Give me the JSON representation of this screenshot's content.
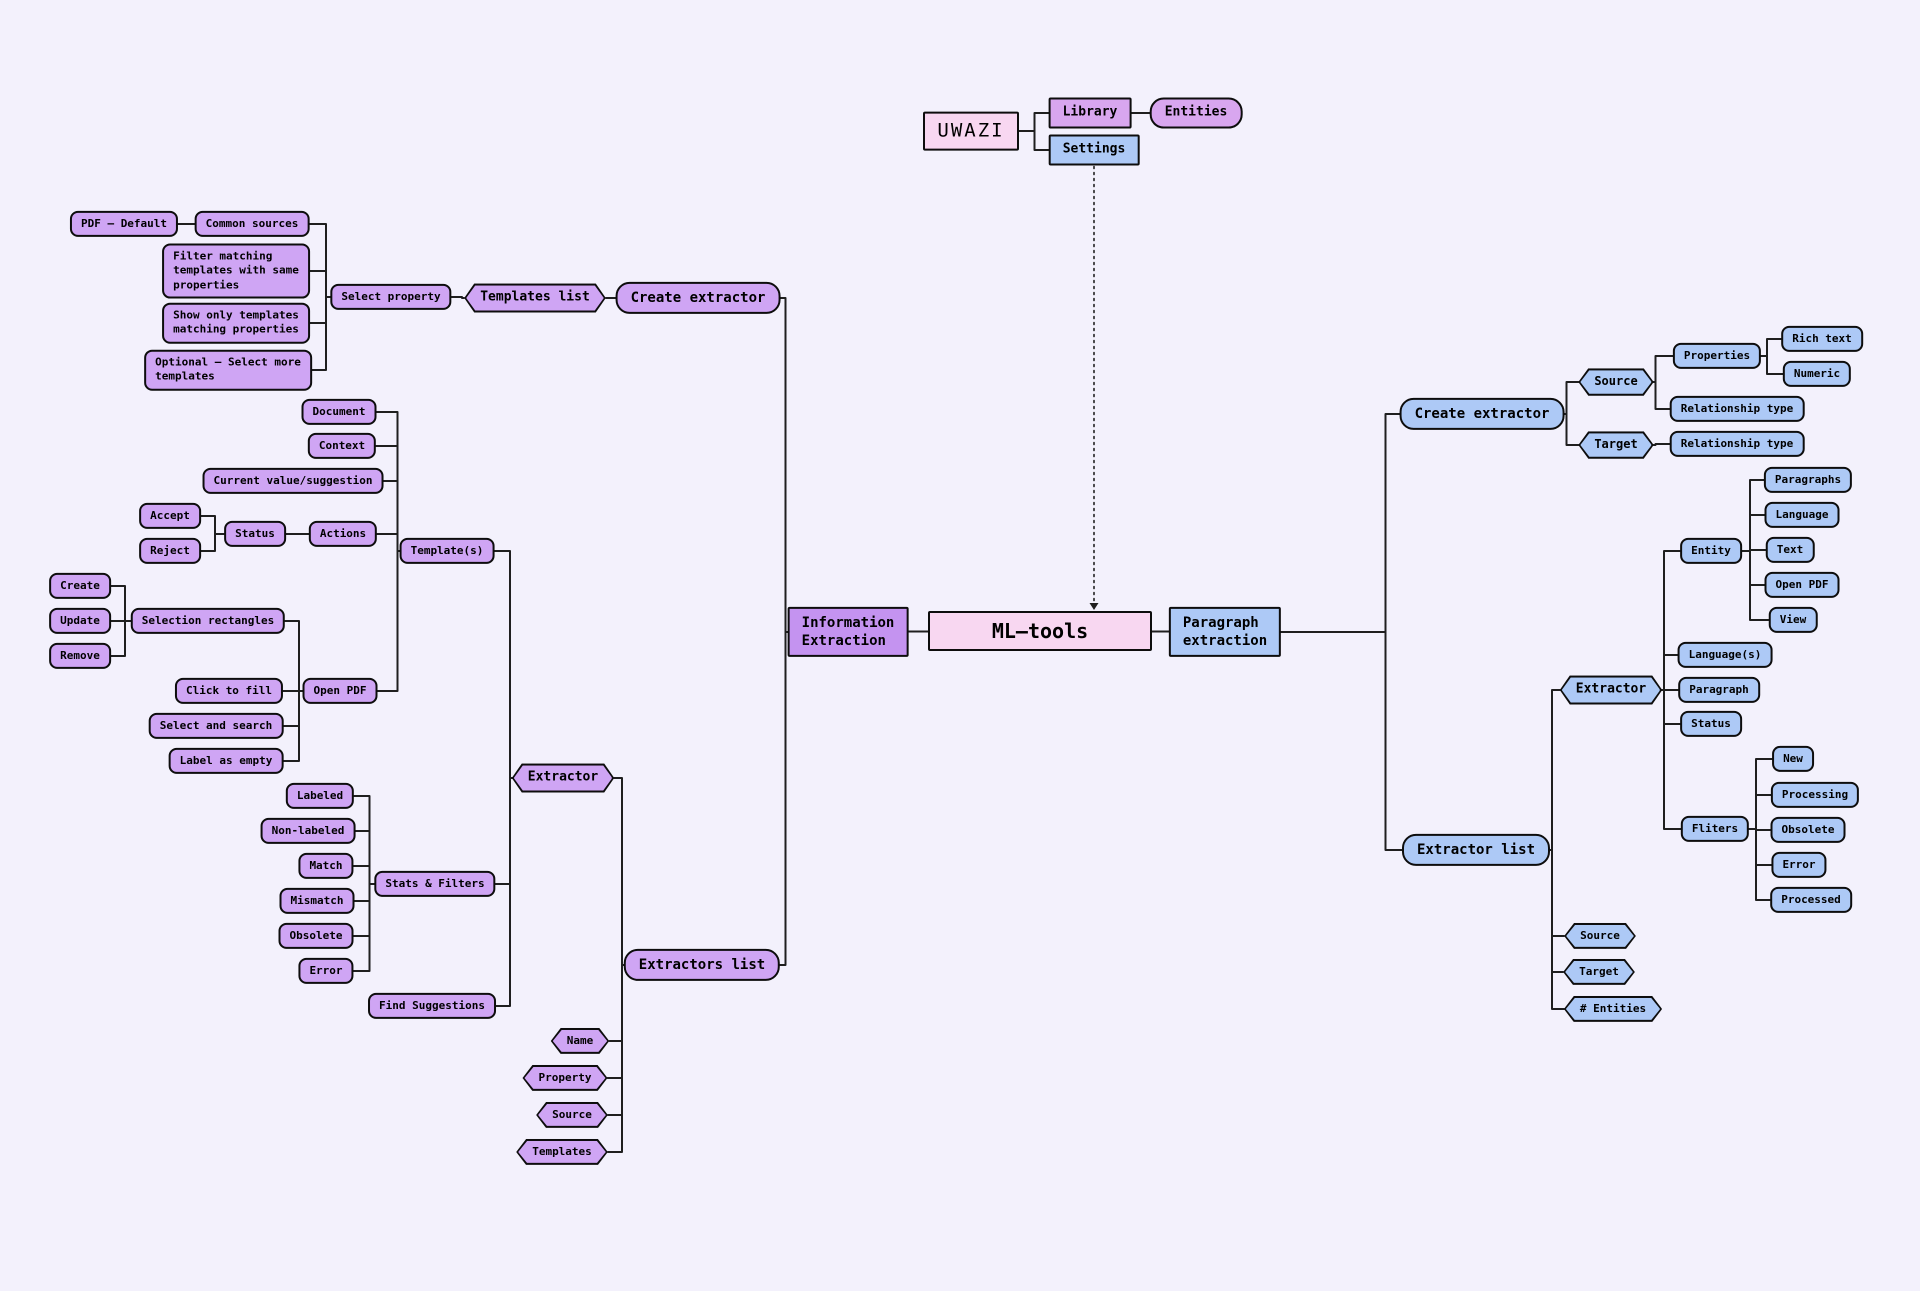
{
  "diagram": {
    "background": "#f3f1fc",
    "palettes": {
      "purple": "#cfa5f4",
      "purpleDeep": "#c493f0",
      "orchid": "#d8a6ef",
      "pink": "#f8d7f1",
      "blue": "#adc9f6",
      "edge": "#1f1f1f",
      "border": "#0d0d0d"
    },
    "nodes": [
      {
        "id": "uwazi",
        "label": "UWAZI",
        "shape": "rect",
        "palette": "pink",
        "weight": "normal"
      },
      {
        "id": "library",
        "label": "Library",
        "shape": "rect",
        "palette": "orchid"
      },
      {
        "id": "entities_top",
        "label": "Entities",
        "shape": "stadium",
        "palette": "orchid"
      },
      {
        "id": "settings",
        "label": "Settings",
        "shape": "rect",
        "palette": "blue"
      },
      {
        "id": "info_extraction",
        "label": "Information\nExtraction",
        "shape": "rect",
        "palette": "purpleDeep",
        "align": "left"
      },
      {
        "id": "ml_tools",
        "label": "ML–tools",
        "shape": "rect",
        "palette": "pink"
      },
      {
        "id": "para_extraction",
        "label": "Paragraph\nextraction",
        "shape": "rect",
        "palette": "blue",
        "align": "left"
      },
      {
        "id": "pdf_default",
        "label": "PDF – Default",
        "shape": "rounded",
        "palette": "purple"
      },
      {
        "id": "common_sources",
        "label": "Common sources",
        "shape": "rounded",
        "palette": "purple"
      },
      {
        "id": "filter_matching",
        "label": "Filter matching\ntemplates with same\nproperties",
        "shape": "rounded",
        "palette": "purple",
        "align": "left"
      },
      {
        "id": "show_only",
        "label": "Show only templates\nmatching properties",
        "shape": "rounded",
        "palette": "purple",
        "align": "left"
      },
      {
        "id": "optional_select",
        "label": "Optional – Select more\ntemplates",
        "shape": "rounded",
        "palette": "purple",
        "align": "left"
      },
      {
        "id": "select_property",
        "label": "Select property",
        "shape": "rounded",
        "palette": "purple"
      },
      {
        "id": "templates_list",
        "label": "Templates list",
        "shape": "hex",
        "palette": "purple"
      },
      {
        "id": "create_extractor_l",
        "label": "Create extractor",
        "shape": "stadium",
        "palette": "purple"
      },
      {
        "id": "document",
        "label": "Document",
        "shape": "rounded",
        "palette": "purple"
      },
      {
        "id": "context",
        "label": "Context",
        "shape": "rounded",
        "palette": "purple"
      },
      {
        "id": "current_value",
        "label": "Current value/suggestion",
        "shape": "rounded",
        "palette": "purple"
      },
      {
        "id": "accept",
        "label": "Accept",
        "shape": "rounded",
        "palette": "purple"
      },
      {
        "id": "reject",
        "label": "Reject",
        "shape": "rounded",
        "palette": "purple"
      },
      {
        "id": "status_l",
        "label": "Status",
        "shape": "rounded",
        "palette": "purple"
      },
      {
        "id": "actions",
        "label": "Actions",
        "shape": "rounded",
        "palette": "purple"
      },
      {
        "id": "templates_node",
        "label": "Template(s)",
        "shape": "rounded",
        "palette": "purple"
      },
      {
        "id": "create",
        "label": "Create",
        "shape": "rounded",
        "palette": "purple"
      },
      {
        "id": "update",
        "label": "Update",
        "shape": "rounded",
        "palette": "purple"
      },
      {
        "id": "remove",
        "label": "Remove",
        "shape": "rounded",
        "palette": "purple"
      },
      {
        "id": "selection_rectangles",
        "label": "Selection rectangles",
        "shape": "rounded",
        "palette": "purple"
      },
      {
        "id": "click_to_fill",
        "label": "Click to fill",
        "shape": "rounded",
        "palette": "purple"
      },
      {
        "id": "select_and_search",
        "label": "Select and search",
        "shape": "rounded",
        "palette": "purple"
      },
      {
        "id": "label_as_empty",
        "label": "Label as empty",
        "shape": "rounded",
        "palette": "purple"
      },
      {
        "id": "open_pdf_l",
        "label": "Open PDF",
        "shape": "rounded",
        "palette": "purple"
      },
      {
        "id": "labeled",
        "label": "Labeled",
        "shape": "rounded",
        "palette": "purple"
      },
      {
        "id": "non_labeled",
        "label": "Non-labeled",
        "shape": "rounded",
        "palette": "purple"
      },
      {
        "id": "match",
        "label": "Match",
        "shape": "rounded",
        "palette": "purple"
      },
      {
        "id": "mismatch",
        "label": "Mismatch",
        "shape": "rounded",
        "palette": "purple"
      },
      {
        "id": "obsolete_l",
        "label": "Obsolete",
        "shape": "rounded",
        "palette": "purple"
      },
      {
        "id": "error_l",
        "label": "Error",
        "shape": "rounded",
        "palette": "purple"
      },
      {
        "id": "stats_filters",
        "label": "Stats & Filters",
        "shape": "rounded",
        "palette": "purple"
      },
      {
        "id": "find_suggestions",
        "label": "Find Suggestions",
        "shape": "rounded",
        "palette": "purple"
      },
      {
        "id": "extractor_l",
        "label": "Extractor",
        "shape": "hex",
        "palette": "purple"
      },
      {
        "id": "extractors_list",
        "label": "Extractors list",
        "shape": "stadium",
        "palette": "purple"
      },
      {
        "id": "name_hex",
        "label": "Name",
        "shape": "hex",
        "palette": "purple"
      },
      {
        "id": "property_hex",
        "label": "Property",
        "shape": "hex",
        "palette": "purple"
      },
      {
        "id": "source_hex_l",
        "label": "Source",
        "shape": "hex",
        "palette": "purple"
      },
      {
        "id": "templates_hex",
        "label": "Templates",
        "shape": "hex",
        "palette": "purple"
      },
      {
        "id": "create_extractor_r",
        "label": "Create extractor",
        "shape": "stadium",
        "palette": "blue"
      },
      {
        "id": "source_r",
        "label": "Source",
        "shape": "hex",
        "palette": "blue"
      },
      {
        "id": "target_r",
        "label": "Target",
        "shape": "hex",
        "palette": "blue"
      },
      {
        "id": "properties",
        "label": "Properties",
        "shape": "rounded",
        "palette": "blue"
      },
      {
        "id": "rich_text",
        "label": "Rich text",
        "shape": "rounded",
        "palette": "blue"
      },
      {
        "id": "numeric",
        "label": "Numeric",
        "shape": "rounded",
        "palette": "blue"
      },
      {
        "id": "rel_type_1",
        "label": "Relationship type",
        "shape": "rounded",
        "palette": "blue"
      },
      {
        "id": "rel_type_2",
        "label": "Relationship type",
        "shape": "rounded",
        "palette": "blue"
      },
      {
        "id": "extractor_list_r",
        "label": "Extractor list",
        "shape": "stadium",
        "palette": "blue"
      },
      {
        "id": "extractor_r",
        "label": "Extractor",
        "shape": "hex",
        "palette": "blue"
      },
      {
        "id": "entity",
        "label": "Entity",
        "shape": "rounded",
        "palette": "blue"
      },
      {
        "id": "paragraphs",
        "label": "Paragraphs",
        "shape": "rounded",
        "palette": "blue"
      },
      {
        "id": "language",
        "label": "Language",
        "shape": "rounded",
        "palette": "blue"
      },
      {
        "id": "text_n",
        "label": "Text",
        "shape": "rounded",
        "palette": "blue"
      },
      {
        "id": "open_pdf_r",
        "label": "Open PDF",
        "shape": "rounded",
        "palette": "blue"
      },
      {
        "id": "view",
        "label": "View",
        "shape": "rounded",
        "palette": "blue"
      },
      {
        "id": "languages",
        "label": "Language(s)",
        "shape": "rounded",
        "palette": "blue"
      },
      {
        "id": "paragraph",
        "label": "Paragraph",
        "shape": "rounded",
        "palette": "blue"
      },
      {
        "id": "status_r",
        "label": "Status",
        "shape": "rounded",
        "palette": "blue"
      },
      {
        "id": "fliters",
        "label": "Fliters",
        "shape": "rounded",
        "palette": "blue"
      },
      {
        "id": "new_n",
        "label": "New",
        "shape": "rounded",
        "palette": "blue"
      },
      {
        "id": "processing",
        "label": "Processing",
        "shape": "rounded",
        "palette": "blue"
      },
      {
        "id": "obsolete_r",
        "label": "Obsolete",
        "shape": "rounded",
        "palette": "blue"
      },
      {
        "id": "error_r",
        "label": "Error",
        "shape": "rounded",
        "palette": "blue"
      },
      {
        "id": "processed",
        "label": "Processed",
        "shape": "rounded",
        "palette": "blue"
      },
      {
        "id": "source_hex_r",
        "label": "Source",
        "shape": "hex",
        "palette": "blue"
      },
      {
        "id": "target_hex_r",
        "label": "Target",
        "shape": "hex",
        "palette": "blue"
      },
      {
        "id": "entities_hex",
        "label": "# Entities",
        "shape": "hex",
        "palette": "blue"
      }
    ],
    "groups": [
      {
        "parent": "uwazi",
        "dir": "R",
        "children": [
          "library",
          "settings"
        ]
      },
      {
        "parent": "info_extraction",
        "dir": "L",
        "children": [
          "create_extractor_l",
          "extractors_list"
        ]
      },
      {
        "parent": "create_extractor_l",
        "dir": "L",
        "children": [
          "templates_list"
        ]
      },
      {
        "parent": "templates_list",
        "dir": "L",
        "children": [
          "select_property"
        ]
      },
      {
        "parent": "select_property",
        "dir": "L",
        "children": [
          "common_sources",
          "filter_matching",
          "show_only",
          "optional_select"
        ]
      },
      {
        "parent": "common_sources",
        "dir": "L",
        "children": [
          "pdf_default"
        ]
      },
      {
        "parent": "extractors_list",
        "dir": "L",
        "children": [
          "extractor_l",
          "name_hex",
          "property_hex",
          "source_hex_l",
          "templates_hex"
        ]
      },
      {
        "parent": "extractor_l",
        "dir": "L",
        "children": [
          "templates_node",
          "stats_filters",
          "find_suggestions"
        ]
      },
      {
        "parent": "templates_node",
        "dir": "L",
        "children": [
          "document",
          "context",
          "current_value",
          "actions",
          "open_pdf_l"
        ]
      },
      {
        "parent": "actions",
        "dir": "L",
        "children": [
          "status_l"
        ]
      },
      {
        "parent": "status_l",
        "dir": "L",
        "children": [
          "accept",
          "reject"
        ]
      },
      {
        "parent": "open_pdf_l",
        "dir": "L",
        "children": [
          "selection_rectangles",
          "click_to_fill",
          "select_and_search",
          "label_as_empty"
        ]
      },
      {
        "parent": "selection_rectangles",
        "dir": "L",
        "children": [
          "create",
          "update",
          "remove"
        ]
      },
      {
        "parent": "stats_filters",
        "dir": "L",
        "children": [
          "labeled",
          "non_labeled",
          "match",
          "mismatch",
          "obsolete_l",
          "error_l"
        ]
      },
      {
        "parent": "para_extraction",
        "dir": "R",
        "children": [
          "create_extractor_r",
          "extractor_list_r"
        ]
      },
      {
        "parent": "create_extractor_r",
        "dir": "R",
        "children": [
          "source_r",
          "target_r"
        ]
      },
      {
        "parent": "source_r",
        "dir": "R",
        "children": [
          "properties",
          "rel_type_1"
        ]
      },
      {
        "parent": "properties",
        "dir": "R",
        "children": [
          "rich_text",
          "numeric"
        ]
      },
      {
        "parent": "target_r",
        "dir": "R",
        "children": [
          "rel_type_2"
        ]
      },
      {
        "parent": "extractor_list_r",
        "dir": "R",
        "children": [
          "extractor_r",
          "source_hex_r",
          "target_hex_r",
          "entities_hex"
        ]
      },
      {
        "parent": "extractor_r",
        "dir": "R",
        "children": [
          "entity",
          "languages",
          "paragraph",
          "status_r",
          "fliters"
        ]
      },
      {
        "parent": "entity",
        "dir": "R",
        "children": [
          "paragraphs",
          "language",
          "text_n",
          "open_pdf_r",
          "view"
        ]
      },
      {
        "parent": "fliters",
        "dir": "R",
        "children": [
          "new_n",
          "processing",
          "obsolete_r",
          "error_r",
          "processed"
        ]
      }
    ],
    "links": [
      {
        "type": "straight",
        "from": "info_extraction",
        "to": "ml_tools"
      },
      {
        "type": "straight",
        "from": "ml_tools",
        "to": "para_extraction"
      },
      {
        "type": "straight",
        "from": "library",
        "to": "entities_top"
      },
      {
        "type": "dashed_arrow",
        "from": "settings",
        "to": "ml_tools"
      }
    ]
  }
}
